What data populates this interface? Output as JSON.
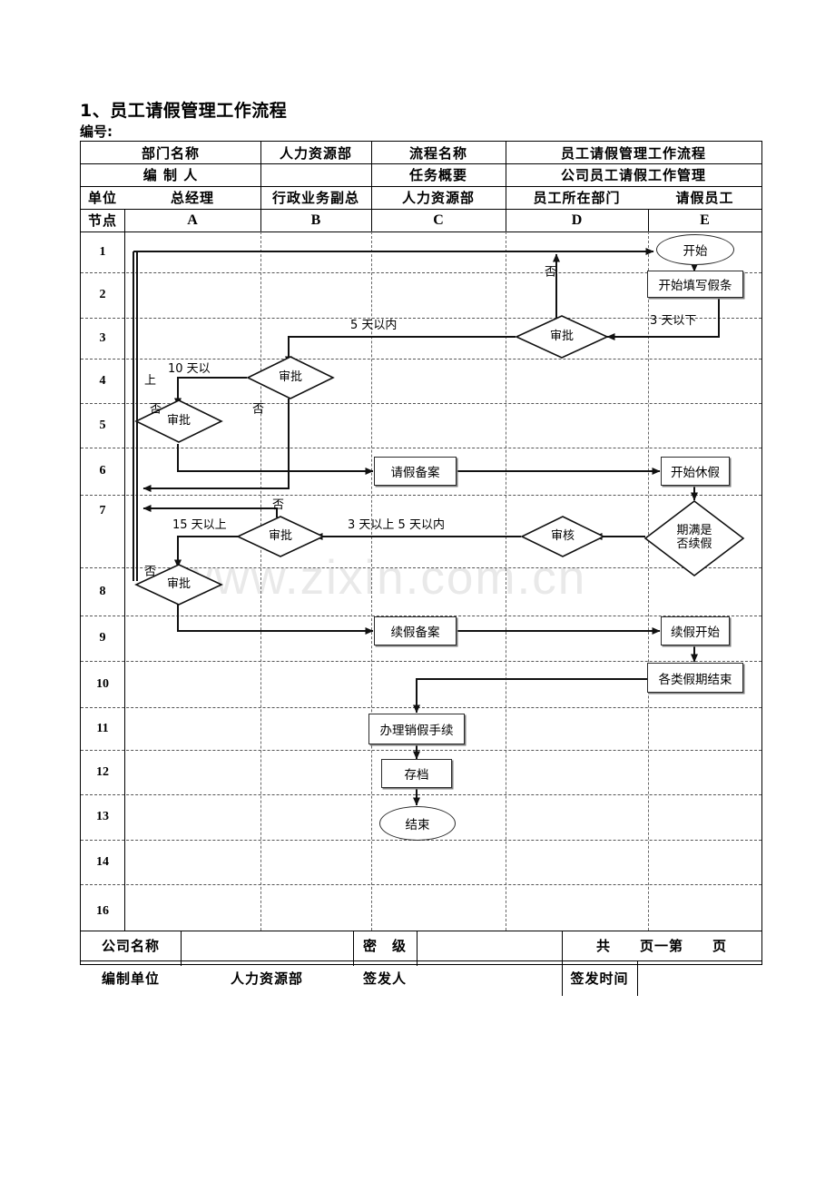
{
  "document": {
    "title": "1、员工请假管理工作流程",
    "number_label": "编号:"
  },
  "watermark": "www.zixin.com.cn",
  "header": {
    "row1": {
      "c1": "部门名称",
      "c2": "人力资源部",
      "c3": "流程名称",
      "c4": "员工请假管理工作流程"
    },
    "row2": {
      "c1": "编 制 人",
      "c2": "",
      "c3": "任务概要",
      "c4": "公司员工请假工作管理"
    },
    "row3": {
      "c0": "单位",
      "c1": "总经理",
      "c2": "行政业务副总",
      "c3": "人力资源部",
      "c4": "员工所在部门",
      "c5": "请假员工"
    },
    "row4": {
      "c0": "节点",
      "c1": "A",
      "c2": "B",
      "c3": "C",
      "c4": "D",
      "c5": "E"
    }
  },
  "row_numbers": [
    "1",
    "2",
    "3",
    "4",
    "5",
    "6",
    "7",
    "8",
    "9",
    "10",
    "11",
    "12",
    "13",
    "14",
    "16"
  ],
  "footer": {
    "company_label": "公司名称",
    "company_value": "",
    "secrecy_label": "密　级",
    "secrecy_value": "",
    "pages_label": "共　　页一第　　页",
    "prepared_by_label": "编制单位",
    "prepared_by_value": "人力资源部",
    "signer_label": "签发人",
    "signer_value": "",
    "sign_time_label": "签发时间",
    "sign_time_value": ""
  },
  "chart_data": {
    "type": "diagram",
    "title": "员工请假管理工作流程",
    "lanes": [
      {
        "id": "A",
        "name": "总经理"
      },
      {
        "id": "B",
        "name": "行政业务副总"
      },
      {
        "id": "C",
        "name": "人力资源部"
      },
      {
        "id": "D",
        "name": "员工所在部门"
      },
      {
        "id": "E",
        "name": "请假员工"
      }
    ],
    "nodes": [
      {
        "id": "n1",
        "text": "开始",
        "shape": "oval",
        "lane": "E",
        "row": 1
      },
      {
        "id": "n2",
        "text": "开始填写假条",
        "shape": "box",
        "lane": "E",
        "row": 2
      },
      {
        "id": "n3",
        "text": "审批",
        "shape": "diamond",
        "lane": "D",
        "row": 3
      },
      {
        "id": "n4",
        "text": "审批",
        "shape": "diamond",
        "lane": "B",
        "row": 4
      },
      {
        "id": "n5",
        "text": "审批",
        "shape": "diamond",
        "lane": "A",
        "row": 5
      },
      {
        "id": "n6",
        "text": "请假备案",
        "shape": "box",
        "lane": "C",
        "row": 6
      },
      {
        "id": "n7",
        "text": "开始休假",
        "shape": "box",
        "lane": "E",
        "row": 6
      },
      {
        "id": "n8",
        "text": "期满是否续假",
        "shape": "diamond",
        "lane": "E",
        "row": 7
      },
      {
        "id": "n9",
        "text": "审核",
        "shape": "diamond",
        "lane": "D",
        "row": 7
      },
      {
        "id": "n10",
        "text": "审批",
        "shape": "diamond",
        "lane": "B",
        "row": 7
      },
      {
        "id": "n11",
        "text": "审批",
        "shape": "diamond",
        "lane": "A",
        "row": 8
      },
      {
        "id": "n12",
        "text": "续假备案",
        "shape": "box",
        "lane": "C",
        "row": 9
      },
      {
        "id": "n13",
        "text": "续假开始",
        "shape": "box",
        "lane": "E",
        "row": 9
      },
      {
        "id": "n14",
        "text": "各类假期结束",
        "shape": "box",
        "lane": "E",
        "row": 10
      },
      {
        "id": "n15",
        "text": "办理销假手续",
        "shape": "box",
        "lane": "C",
        "row": 11
      },
      {
        "id": "n16",
        "text": "存档",
        "shape": "box",
        "lane": "C",
        "row": 12
      },
      {
        "id": "n17",
        "text": "结束",
        "shape": "oval",
        "lane": "C",
        "row": 13
      }
    ],
    "edge_labels": [
      {
        "id": "e1",
        "text": "否"
      },
      {
        "id": "e2",
        "text": "3 天以下"
      },
      {
        "id": "e3",
        "text": "5 天以内"
      },
      {
        "id": "e4",
        "text": "10 天以"
      },
      {
        "id": "e5",
        "text": "上"
      },
      {
        "id": "e6",
        "text": "否"
      },
      {
        "id": "e7",
        "text": "否"
      },
      {
        "id": "e8",
        "text": "否"
      },
      {
        "id": "e9",
        "text": "15 天以上"
      },
      {
        "id": "e10",
        "text": "3 天以上 5 天以内"
      },
      {
        "id": "e11",
        "text": "否"
      }
    ]
  }
}
